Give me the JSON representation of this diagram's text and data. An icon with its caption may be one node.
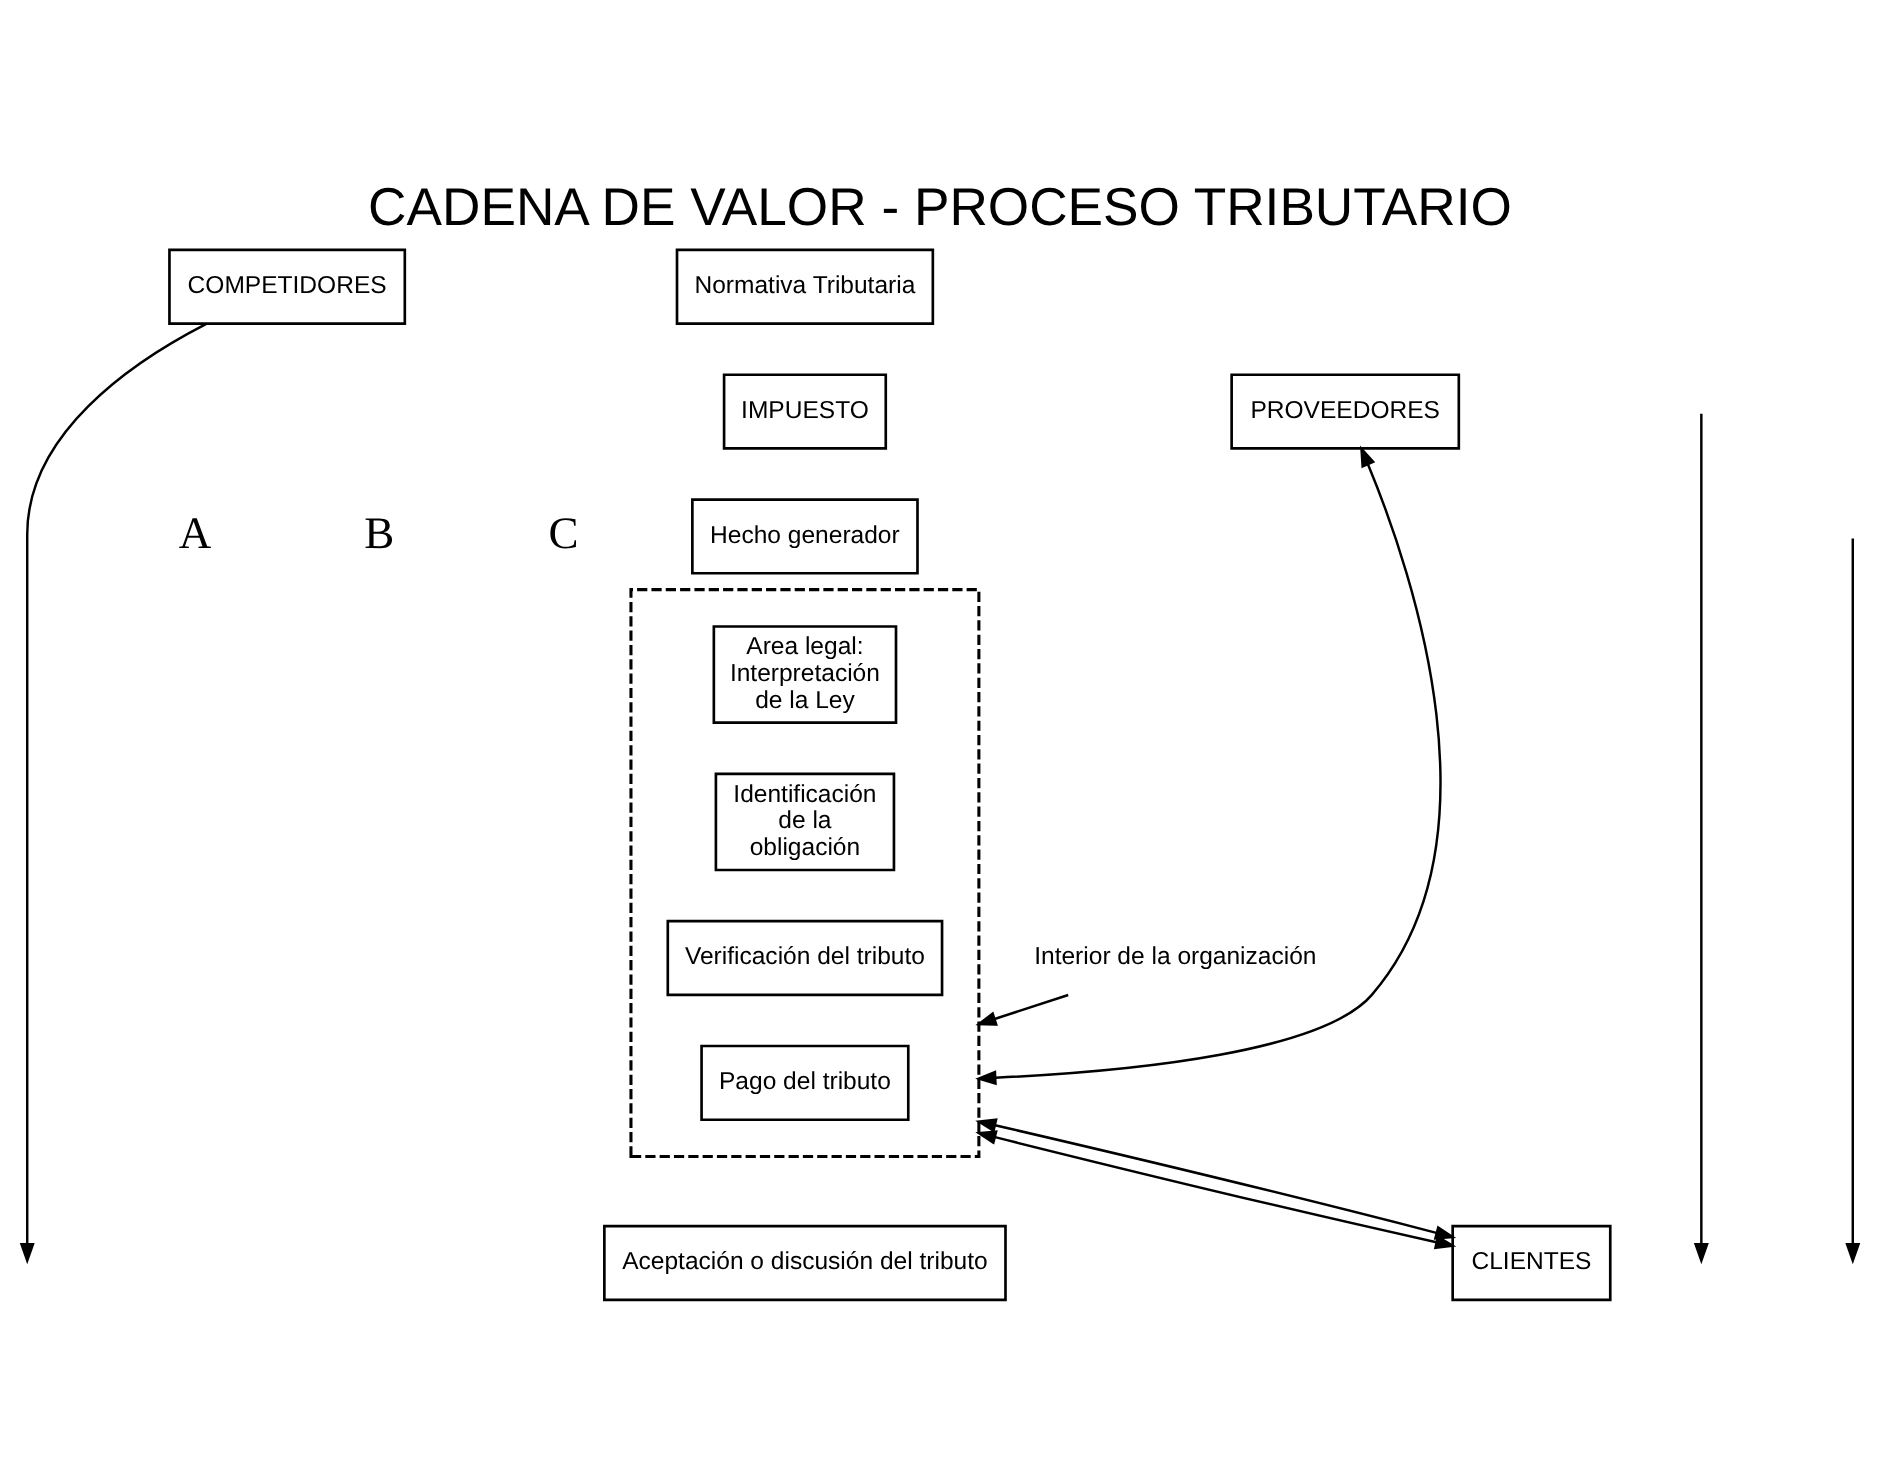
{
  "diagram": {
    "title": "CADENA DE VALOR - PROCESO TRIBUTARIO",
    "nodes": [
      {
        "text": [
          "COMPETIDORES"
        ]
      },
      {
        "text": [
          "Normativa Tributaria"
        ]
      },
      {
        "text": [
          "IMPUESTO"
        ]
      },
      {
        "text": [
          "PROVEEDORES"
        ]
      },
      {
        "text": [
          "Hecho generador"
        ]
      },
      {
        "text": [],
        "shape": "box"
      },
      {
        "text": [
          "Area legal: Interpretación de la Ley"
        ],
        "in": 5
      },
      {
        "text": [
          "Identificación de la obligación"
        ],
        "in": 5
      },
      {
        "text": [
          "Verificación del tributo"
        ],
        "in": 5
      },
      {
        "text": [
          "Pago del tributo"
        ],
        "in": 5
      },
      {
        "text": [
          "Interior de la organización"
        ]
      },
      {
        "text": [
          "Aceptación o discusión del tributo"
        ]
      },
      {
        "text": [
          "CLIENTES"
        ]
      }
    ],
    "edges": [
      {
        "from": 0,
        "to": null,
        "arrow": "to"
      },
      {
        "from": 3,
        "to": 5,
        "arrow": "both"
      },
      {
        "from": 10,
        "to": 5,
        "arrow": "to"
      },
      {
        "from": 5,
        "to": 12,
        "arrow": "both"
      },
      {
        "from": 5,
        "to": 12,
        "arrow": "both"
      }
    ],
    "labels": [
      "A",
      "B",
      "C"
    ]
  }
}
